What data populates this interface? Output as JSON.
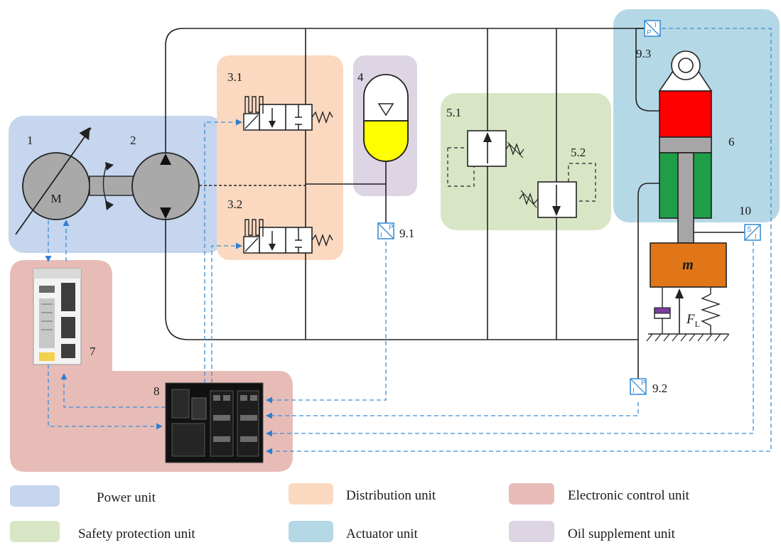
{
  "colors": {
    "power": "#c5d6ee",
    "distribution": "#fad9c0",
    "electronic": "#e7bcb7",
    "safety": "#d9e6c6",
    "actuator": "#b5d8e6",
    "oil": "#ddd4e4",
    "signal": "#3a8fd6",
    "accumulator_oil": "#ffff00",
    "cylinder_cap": "#ff0000",
    "cylinder_rod": "#1f9e48",
    "piston": "#a6a6a6",
    "mass": "#e07617"
  },
  "components": {
    "motor": {
      "id": "1",
      "symbol": "M"
    },
    "pump": {
      "id": "2"
    },
    "valve_top": {
      "id": "3.1"
    },
    "valve_bottom": {
      "id": "3.2"
    },
    "accumulator": {
      "id": "4"
    },
    "relief_valve_a": {
      "id": "5.1"
    },
    "relief_valve_b": {
      "id": "5.2"
    },
    "cylinder": {
      "id": "6"
    },
    "servo_driver": {
      "id": "7"
    },
    "controller": {
      "id": "8"
    },
    "pressure_sensor_1": {
      "id": "9.1"
    },
    "pressure_sensor_2": {
      "id": "9.2"
    },
    "pressure_sensor_3": {
      "id": "9.3"
    },
    "displacement_sensor": {
      "id": "10"
    },
    "load_mass": {
      "symbol": "m"
    },
    "load_force": {
      "symbol": "F",
      "subscript": "L"
    }
  },
  "sensor_glyphs": {
    "pressure_top": "P",
    "pressure_bottom": "I",
    "disp_top": "S",
    "disp_bottom": "I"
  },
  "legend": [
    {
      "label": "Power unit",
      "color": "#c5d6ee"
    },
    {
      "label": "Distribution unit",
      "color": "#fad9c0"
    },
    {
      "label": "Electronic control unit",
      "color": "#e7bcb7"
    },
    {
      "label": "Safety protection unit",
      "color": "#d9e6c6"
    },
    {
      "label": "Actuator unit",
      "color": "#b5d8e6"
    },
    {
      "label": "Oil supplement unit",
      "color": "#ddd4e4"
    }
  ]
}
